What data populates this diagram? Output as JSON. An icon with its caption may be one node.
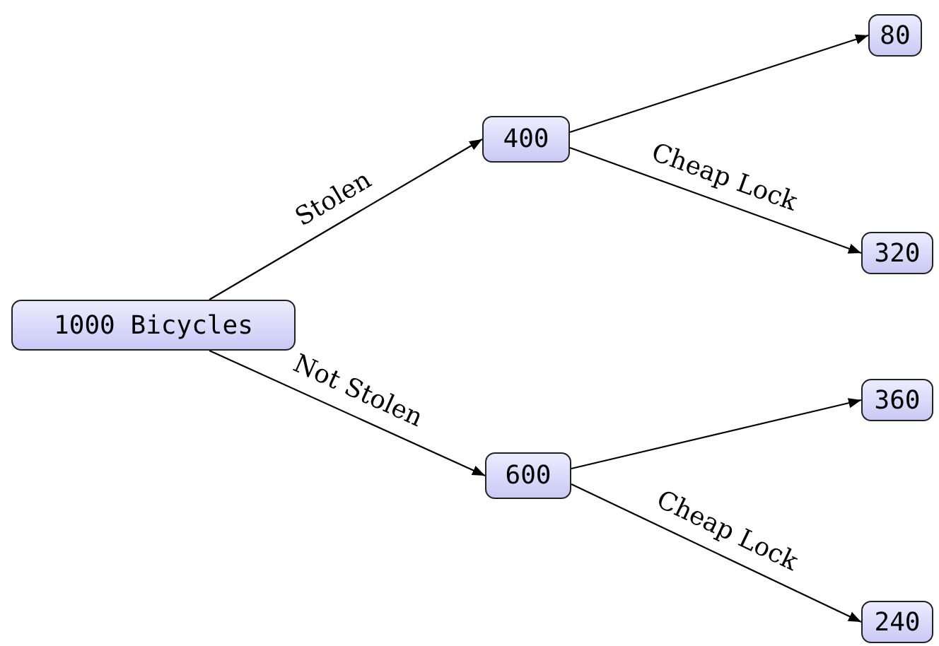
{
  "diagram": {
    "nodes": [
      {
        "text": [
          "1000 Bicycles"
        ]
      },
      {
        "text": [
          "400"
        ]
      },
      {
        "text": [
          "80"
        ]
      },
      {
        "text": [
          "320"
        ]
      },
      {
        "text": [
          "600"
        ]
      },
      {
        "text": [
          "360"
        ]
      },
      {
        "text": [
          "240"
        ]
      }
    ],
    "edges": [
      {
        "from": 0,
        "to": 1,
        "arrow": "to",
        "label": "Stolen"
      },
      {
        "from": 0,
        "to": 4,
        "arrow": "to",
        "label": "Not Stolen"
      },
      {
        "from": 1,
        "to": 2,
        "arrow": "to"
      },
      {
        "from": 1,
        "to": 3,
        "arrow": "to",
        "label": "Cheap Lock"
      },
      {
        "from": 4,
        "to": 5,
        "arrow": "to"
      },
      {
        "from": 4,
        "to": 6,
        "arrow": "to",
        "label": "Cheap Lock"
      }
    ]
  }
}
